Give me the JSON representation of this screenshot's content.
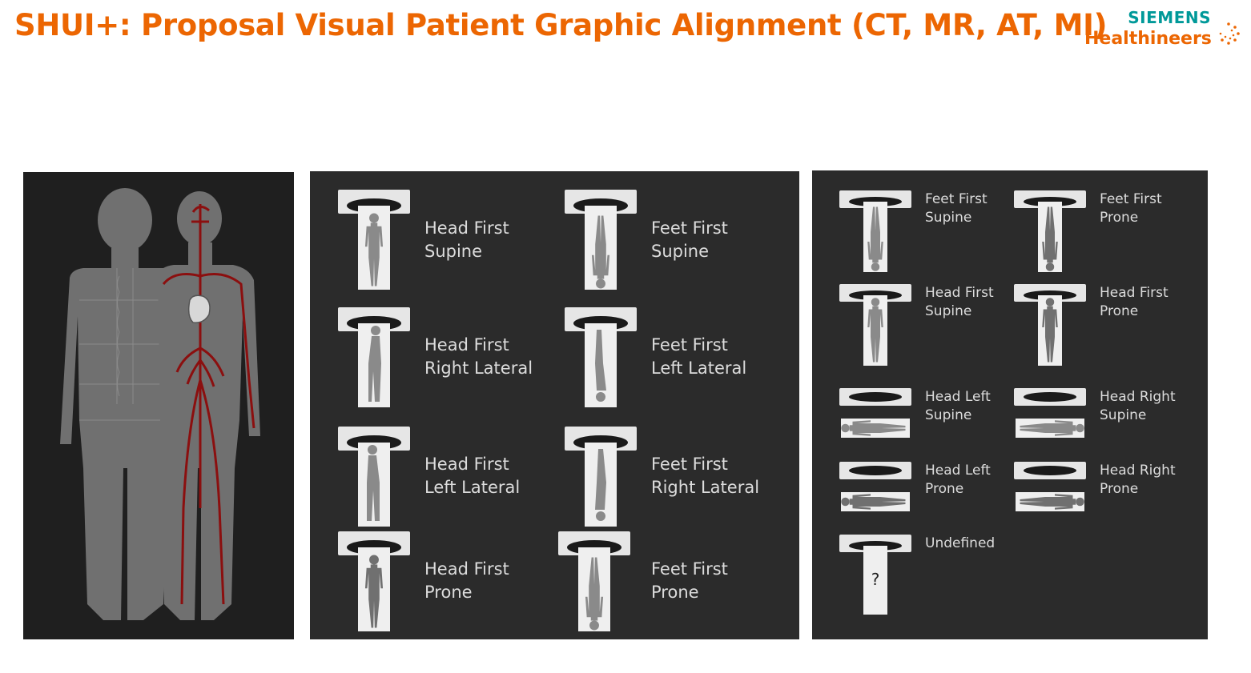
{
  "title": "SHUI+: Proposal Visual Patient Graphic Alignment (CT, MR, AT, MI)",
  "logo": {
    "top": "SIEMENS",
    "bottom": "Healthineers"
  },
  "colors": {
    "title": "#ec6602",
    "brand_teal": "#009999",
    "panel_bg": "#2b2b2b",
    "vessel_red": "#8b0f0f"
  },
  "panel_middle": {
    "items": [
      {
        "line1": "Head First",
        "line2": "Supine"
      },
      {
        "line1": "Feet First",
        "line2": "Supine"
      },
      {
        "line1": "Head First",
        "line2": "Right Lateral"
      },
      {
        "line1": "Feet First",
        "line2": "Left Lateral"
      },
      {
        "line1": "Head First",
        "line2": "Left Lateral"
      },
      {
        "line1": "Feet First",
        "line2": "Right Lateral"
      },
      {
        "line1": "Head First",
        "line2": "Prone"
      },
      {
        "line1": "Feet First",
        "line2": "Prone"
      }
    ]
  },
  "panel_right": {
    "items": [
      {
        "line1": "Feet First",
        "line2": "Supine"
      },
      {
        "line1": "Feet First",
        "line2": "Prone"
      },
      {
        "line1": "Head First",
        "line2": "Supine"
      },
      {
        "line1": "Head First",
        "line2": "Prone"
      },
      {
        "line1": "Head Left",
        "line2": "Supine"
      },
      {
        "line1": "Head Right",
        "line2": "Supine"
      },
      {
        "line1": "Head Left",
        "line2": "Prone"
      },
      {
        "line1": "Head Right",
        "line2": "Prone"
      },
      {
        "line1": "Undefined",
        "line2": ""
      }
    ],
    "undefined_symbol": "?"
  }
}
